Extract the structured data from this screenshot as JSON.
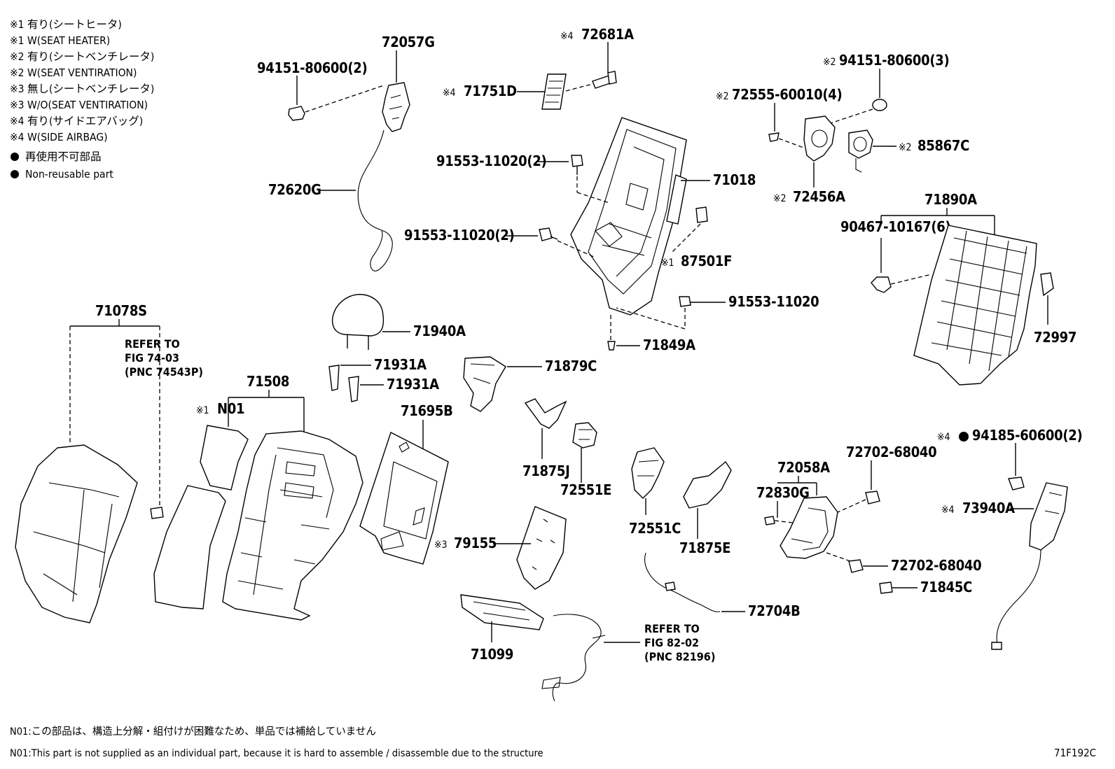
{
  "legend": {
    "l1": "※1 有り(シートヒータ)",
    "l2": "※1 W(SEAT HEATER)",
    "l3": "※2 有り(シートベンチレータ)",
    "l4": "※2 W(SEAT VENTIRATION)",
    "l5": "※3 無し(シートベンチレータ)",
    "l6": "※3 W/O(SEAT VENTIRATION)",
    "l7": "※4 有り(サイドエアバッグ)",
    "l8": "※4 W(SIDE AIRBAG)",
    "l9": "再使用不可部品",
    "l10": "Non-reusable part"
  },
  "marks": {
    "m1": "※1",
    "m2": "※2",
    "m3": "※3",
    "m4": "※4"
  },
  "parts": {
    "p72057G": "72057G",
    "p94151_2": "94151-80600(2)",
    "p72620G": "72620G",
    "p72681A": "72681A",
    "p71751D": "71751D",
    "p91553_a": "91553-11020(2)",
    "p91553_b": "91553-11020(2)",
    "p71018": "71018",
    "p87501F": "87501F",
    "p91553_c": "91553-11020",
    "p71849A": "71849A",
    "p94151_3": "94151-80600(3)",
    "p72555": "72555-60010(4)",
    "p85867C": "85867C",
    "p72456A": "72456A",
    "p71890A": "71890A",
    "p90467": "90467-10167(6)",
    "p72997": "72997",
    "p71078S": "71078S",
    "p71940A": "71940A",
    "p71931A_1": "71931A",
    "p71931A_2": "71931A",
    "p71508": "71508",
    "pN01": "N01",
    "p71695B": "71695B",
    "p71879C": "71879C",
    "p71875J": "71875J",
    "p72551E": "72551E",
    "p79155": "79155",
    "p71099": "71099",
    "p72551C": "72551C",
    "p71875E": "71875E",
    "p72058A": "72058A",
    "p72830G": "72830G",
    "p72702_a": "72702-68040",
    "p72702_b": "72702-68040",
    "p71845C": "71845C",
    "p72704B": "72704B",
    "p94185": "94185-60600(2)",
    "p73940A": "73940A"
  },
  "refs": {
    "r1_l1": "REFER TO",
    "r1_l2": "FIG 74-03",
    "r1_l3": "(PNC 74543P)",
    "r2_l1": "REFER TO",
    "r2_l2": "FIG 82-02",
    "r2_l3": "(PNC 82196)"
  },
  "notes": {
    "jp": "N01:この部品は、構造上分解・組付けが困難なため、単品では補給していません",
    "en": "N01:This part is not supplied as an individual part, because it is hard to assemble / disassemble due to the structure"
  },
  "figure_id": "71F192C"
}
